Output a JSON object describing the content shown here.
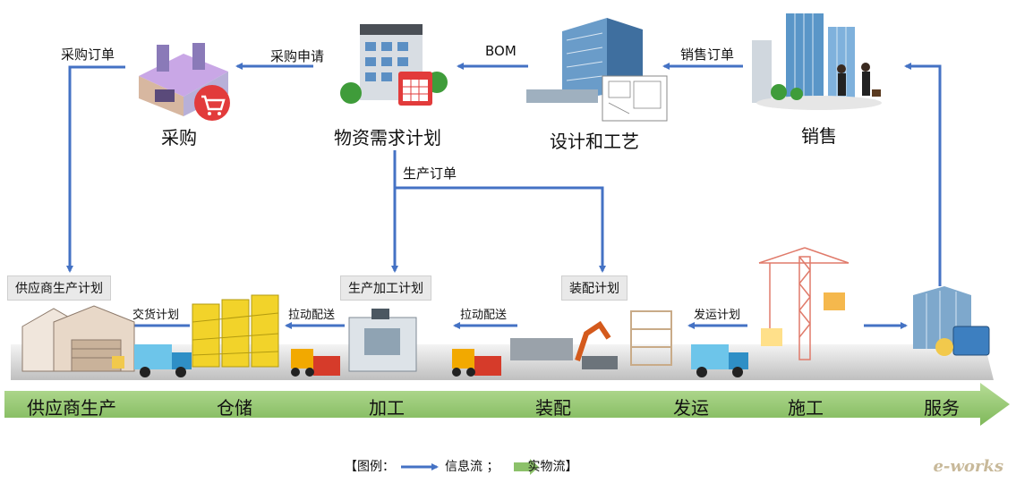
{
  "top_nodes": {
    "purchase": "采购",
    "mrp": "物资需求计划",
    "design": "设计和工艺",
    "sales": "销售"
  },
  "flows": {
    "purchase_order": "采购订单",
    "purchase_request": "采购申请",
    "bom": "BOM",
    "sales_order": "销售订单",
    "production_order": "生产订单",
    "delivery_plan": "交货计划",
    "pull_delivery_1": "拉动配送",
    "pull_delivery_2": "拉动配送",
    "shipping_plan": "发运计划"
  },
  "plans": {
    "supplier_plan": "供应商生产计划",
    "production_plan": "生产加工计划",
    "assembly_plan": "装配计划"
  },
  "stages": [
    "供应商生产",
    "仓储",
    "加工",
    "装配",
    "发运",
    "施工",
    "服务"
  ],
  "legend": {
    "open": "【图例：",
    "info": "信息流",
    "sep": "；",
    "material": "实物流】"
  },
  "watermark": "e-works",
  "colors": {
    "info_arrow": "#4472c4",
    "material_arrow": "#8cc16a",
    "plan_box": "#e9e9e9"
  }
}
